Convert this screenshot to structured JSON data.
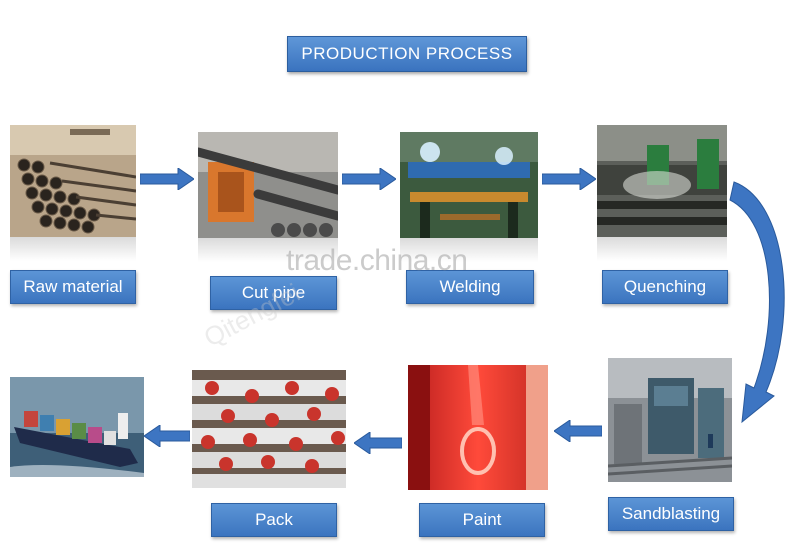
{
  "title": "PRODUCTION  PROCESS",
  "watermark": "trade.china.cn",
  "watermark2": "Qitengfei",
  "steps": {
    "raw_material": "Raw material",
    "cut_pipe": "Cut pipe",
    "welding": "Welding",
    "quenching": "Quenching",
    "sandblasting": "Sandblasting",
    "paint": "Paint",
    "pack": "Pack"
  },
  "colors": {
    "label_blue": "#3b74bf",
    "arrow_blue": "#3d75c2"
  }
}
